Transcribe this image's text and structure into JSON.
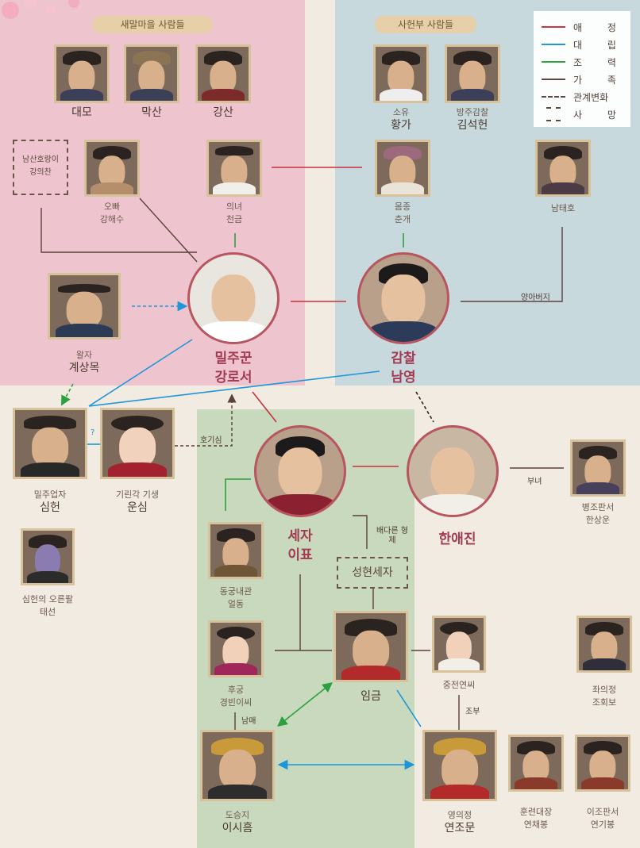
{
  "groups": {
    "village_label": "새말마을 사람들",
    "office_label": "사헌부 사람들"
  },
  "legend": {
    "love": "애 정",
    "conflict": "대 립",
    "cooperation": "조 력",
    "family": "가 족",
    "change": "관계변화",
    "death": "사 망",
    "colors": {
      "love": "#c8323c",
      "conflict": "#1e96d8",
      "cooperation": "#2aa13e",
      "family": "#5a4238"
    }
  },
  "characters": {
    "daemo": {
      "name": "대모"
    },
    "maksan": {
      "name": "막산"
    },
    "gangsan": {
      "name": "강산"
    },
    "hwangga": {
      "role": "소유",
      "name": "황가"
    },
    "kimseokhyun": {
      "role": "방주감찰",
      "name": "김석헌"
    },
    "kanguichan": {
      "role": "남산호랑이",
      "name": "강의찬"
    },
    "kanghaesu": {
      "role": "오빠",
      "name": "강해수"
    },
    "cheongeum": {
      "role": "의녀",
      "name": "천금"
    },
    "chunge": {
      "role": "몸종",
      "name": "춘개"
    },
    "namtaeho": {
      "name": "남태호"
    },
    "gyesangmok": {
      "role": "왈자",
      "name": "계상목"
    },
    "kangroseo": {
      "role": "밀주꾼",
      "name": "강로서"
    },
    "namyoung": {
      "role": "감찰",
      "name": "남영"
    },
    "simheon": {
      "role": "밀주업자",
      "name": "심헌"
    },
    "unsim": {
      "role": "기린각 기생",
      "name": "운심"
    },
    "taeseon": {
      "role": "심헌의 오른팔",
      "name": "태선"
    },
    "ipyo": {
      "role": "세자",
      "name": "이표"
    },
    "haneajin": {
      "name": "한애진"
    },
    "hansangun": {
      "role": "병조판서",
      "name": "한상운"
    },
    "ildong": {
      "role": "동궁내관",
      "name": "얼동"
    },
    "seonghyeon": {
      "name": "성현세자"
    },
    "king": {
      "name": "임금"
    },
    "queen": {
      "name": "중전연씨"
    },
    "johoebo": {
      "role": "좌의정",
      "name": "조회보"
    },
    "gyeongbin": {
      "role": "후궁",
      "name": "경빈이씨"
    },
    "isiheum": {
      "role": "도승지",
      "name": "이시흠"
    },
    "yeonjomun": {
      "role": "영의정",
      "name": "연조문"
    },
    "yeonchaebong": {
      "role": "훈련대장",
      "name": "연채봉"
    },
    "yeongibong": {
      "role": "이조판서",
      "name": "연기봉"
    }
  },
  "edges": {
    "question": "?",
    "curiosity": "호기심",
    "adoptive_father": "양아버지",
    "father_daughter": "부녀",
    "half_brothers": "배다른 형제",
    "siblings": "남매",
    "grandfather": "조부"
  }
}
